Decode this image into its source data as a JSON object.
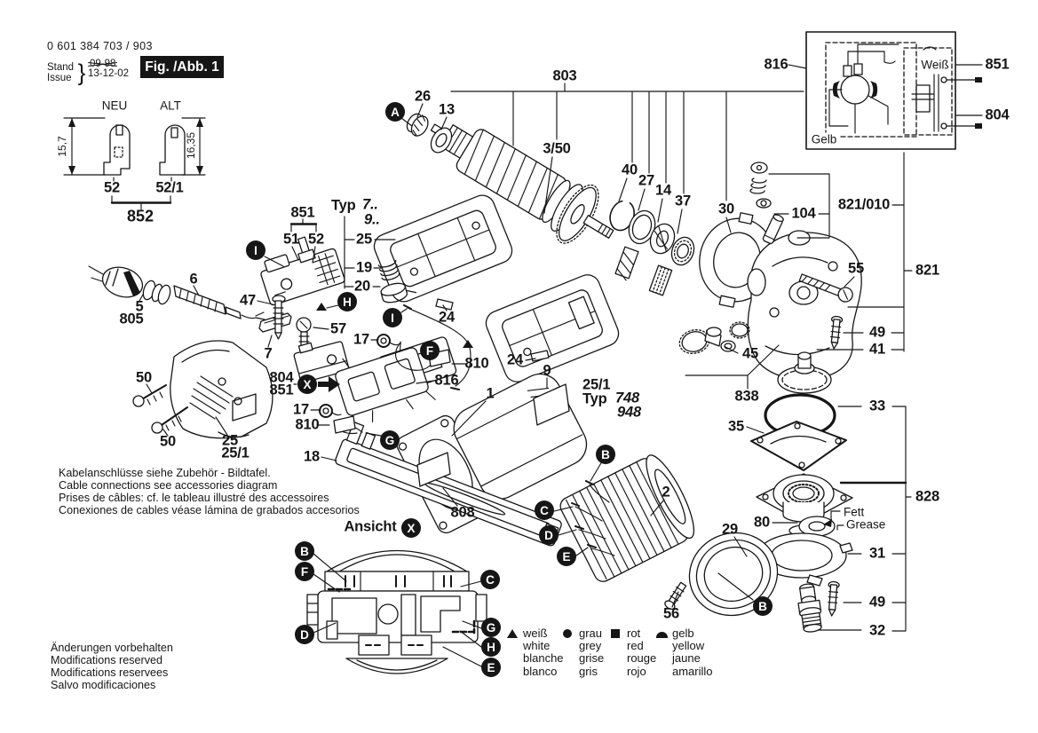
{
  "colors": {
    "ink": "#161616",
    "paper": "#ffffff"
  },
  "header": {
    "part_number": "0 601 384 703 / 903",
    "stand": "Stand",
    "issue": "Issue",
    "brace": "}",
    "date_old": "09-98",
    "date_new": "13-12-02",
    "fig": "Fig. /Abb. 1"
  },
  "neu_alt": {
    "neu": "NEU",
    "alt": "ALT",
    "dim_neu": "15,7",
    "dim_alt": "16,35",
    "part_neu": "52",
    "part_alt": "52/1",
    "group": "852"
  },
  "wiring_inset": {
    "n816": "816",
    "n851": "851",
    "n804": "804",
    "weiss": "Weiß",
    "gelb": "Gelb"
  },
  "typ_upper": {
    "label": "Typ",
    "v1": "7..",
    "v2": "9.."
  },
  "typ_lower": {
    "label": "Typ",
    "v1": "748",
    "v2": "948"
  },
  "view": {
    "ansicht": "Ansicht"
  },
  "letters": {
    "a": "A",
    "b": "B",
    "c": "C",
    "d": "D",
    "e": "E",
    "f": "F",
    "g": "G",
    "h": "H",
    "i": "I",
    "x": "X"
  },
  "callouts": {
    "n26": "26",
    "n13": "13",
    "n803": "803",
    "n3_50": "3/50",
    "n40": "40",
    "n27": "27",
    "n14": "14",
    "n37": "37",
    "n30": "30",
    "n104": "104",
    "n821_010": "821/010",
    "n821": "821",
    "n55": "55",
    "n49a": "49",
    "n41": "41",
    "n45": "45",
    "n838": "838",
    "n33": "33",
    "n35": "35",
    "n828": "828",
    "n80": "80",
    "fett": "Fett",
    "grease": "Grease",
    "n31": "31",
    "n49b": "49",
    "n32": "32",
    "n29": "29",
    "n56": "56",
    "n2": "2",
    "n1": "1",
    "n9": "9",
    "n24a": "24",
    "n24b": "24",
    "n25_1a": "25/1",
    "n25_1b": "25/1",
    "n851a": "851",
    "n51": "51",
    "n52": "52",
    "n25a": "25",
    "n19": "19",
    "n20": "20",
    "n47": "47",
    "n57": "57",
    "n7": "7",
    "n17a": "17",
    "n17b": "17",
    "n810a": "810",
    "n810b": "810",
    "n816a": "816",
    "n804b": "804",
    "n851b": "851",
    "n18": "18",
    "n808": "808",
    "n5": "5",
    "n805": "805",
    "n6": "6",
    "n50a": "50",
    "n50b": "50",
    "n25b": "25"
  },
  "legend": [
    {
      "de": "weiß",
      "en": "white",
      "fr": "blanche",
      "es": "blanco"
    },
    {
      "de": "grau",
      "en": "grey",
      "fr": "grise",
      "es": "gris"
    },
    {
      "de": "rot",
      "en": "red",
      "fr": "rouge",
      "es": "rojo"
    },
    {
      "de": "gelb",
      "en": "yellow",
      "fr": "jaune",
      "es": "amarillo"
    }
  ],
  "notes": {
    "cable": [
      "Kabelanschlüsse siehe Zubehör - Bildtafel.",
      "Cable connections see accessories diagram",
      "Prises de câbles: cf. le tableau illustré des accessoires",
      "Conexiones de cables véase lámina de grabados accesorios"
    ],
    "modifications": [
      "Änderungen vorbehalten",
      "Modifications reserved",
      "Modifications reservees",
      "Salvo modificaciones"
    ]
  }
}
